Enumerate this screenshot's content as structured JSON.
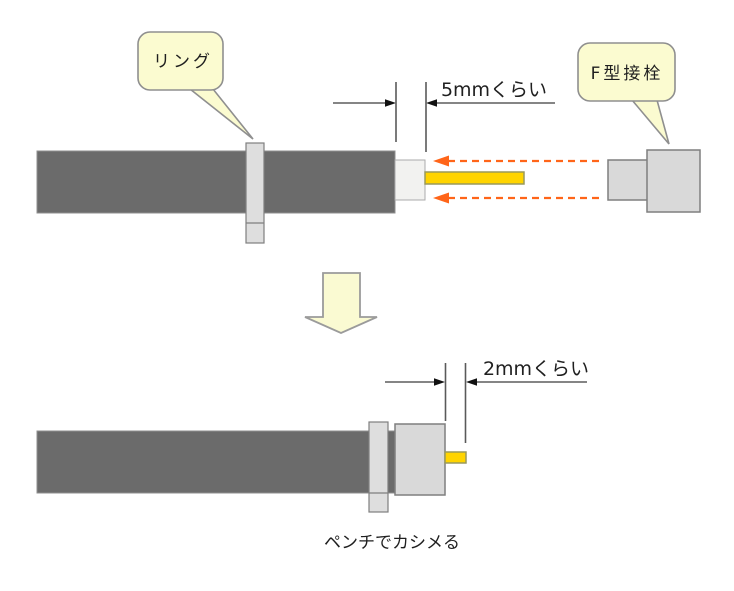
{
  "colors": {
    "cable_gray": "#6B6B6B",
    "metal_gray": "#D9D9D9",
    "ring_gray": "#DEDEDE",
    "insulation_white": "#F2F2F0",
    "conductor_yellow": "#FFD400",
    "callout_yellow": "#FBFBD0",
    "transition_arrow_yellow": "#FAFAD2",
    "insertion_arrow_orange": "#FF6519",
    "dimension_line": "#3C3C3C",
    "text": "#1F1F1F"
  },
  "top_diagram": {
    "ring_callout_label": "リング",
    "connector_callout_label": "F型接栓",
    "dimension_label": "5mmくらい"
  },
  "bottom_diagram": {
    "dimension_label": "2mmくらい",
    "caption": "ペンチでカシメる"
  }
}
